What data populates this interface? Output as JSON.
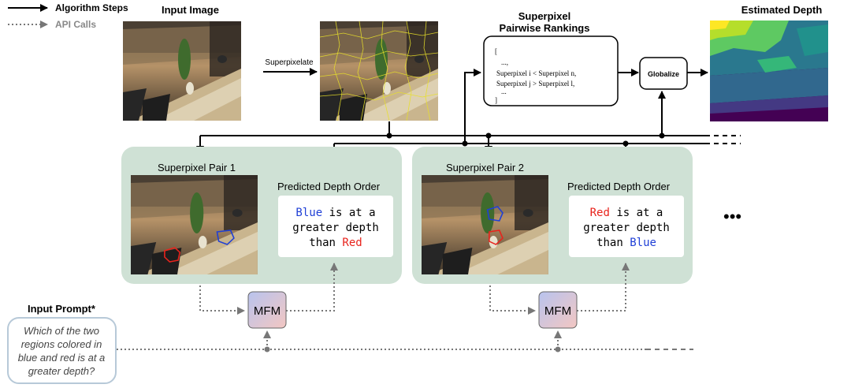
{
  "legend": {
    "algorithm_steps": "Algorithm Steps",
    "api_calls": "API Calls"
  },
  "titles": {
    "input_image": "Input Image",
    "superpixel_rankings_line1": "Superpixel",
    "superpixel_rankings_line2": "Pairwise Rankings",
    "estimated_depth": "Estimated Depth",
    "input_prompt": "Input Prompt*"
  },
  "labels": {
    "superpixelate": "Superpixelate",
    "globalize": "Globalize",
    "mfm": "MFM",
    "ellipsis": "•••"
  },
  "rankings": {
    "open": "[",
    "line1": "...,",
    "line2": "Superpixel i < Superpixel n,",
    "line3": "Superpixel j > Superpixel l,",
    "line4": "...",
    "close": "]"
  },
  "pairs": [
    {
      "title": "Superpixel Pair 1",
      "order_title": "Predicted Depth Order",
      "word1": "Blue",
      "word1_color": "#1f3fd6",
      "rest1": " is at a",
      "line2": "greater depth",
      "than": "than ",
      "word2": "Red",
      "word2_color": "#e8231c"
    },
    {
      "title": "Superpixel Pair 2",
      "order_title": "Predicted Depth Order",
      "word1": "Red",
      "word1_color": "#e8231c",
      "rest1": " is at a",
      "line2": "greater depth",
      "than": "than ",
      "word2": "Blue",
      "word2_color": "#1f3fd6"
    }
  ],
  "prompt": {
    "line1": "Which of the two",
    "line2": "regions colored in",
    "line3": "blue and red is at a",
    "line4": "greater depth?"
  },
  "colors": {
    "panel_bg": "#cfe1d5",
    "depth_map": [
      "#440154",
      "#3b528b",
      "#21918c",
      "#5ec962",
      "#fde725"
    ]
  }
}
